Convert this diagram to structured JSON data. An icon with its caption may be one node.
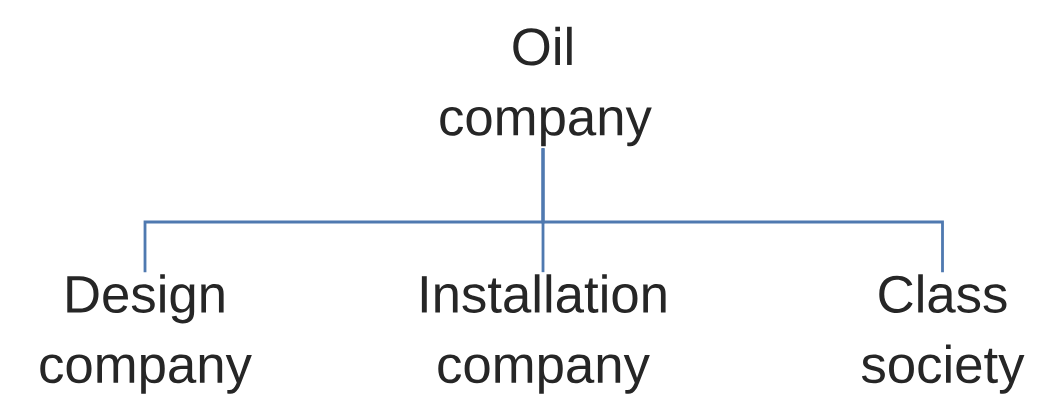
{
  "diagram": {
    "nodes": [
      {
        "text": [
          "Oil company"
        ]
      },
      {
        "text": [
          "Design company"
        ]
      },
      {
        "text": [
          "Installation company"
        ]
      },
      {
        "text": [
          "Class society"
        ]
      }
    ],
    "edges": [
      {
        "from": 0,
        "to": 1,
        "arrow": "none"
      },
      {
        "from": 0,
        "to": 2,
        "arrow": "none"
      },
      {
        "from": 0,
        "to": 3,
        "arrow": "none"
      }
    ]
  }
}
